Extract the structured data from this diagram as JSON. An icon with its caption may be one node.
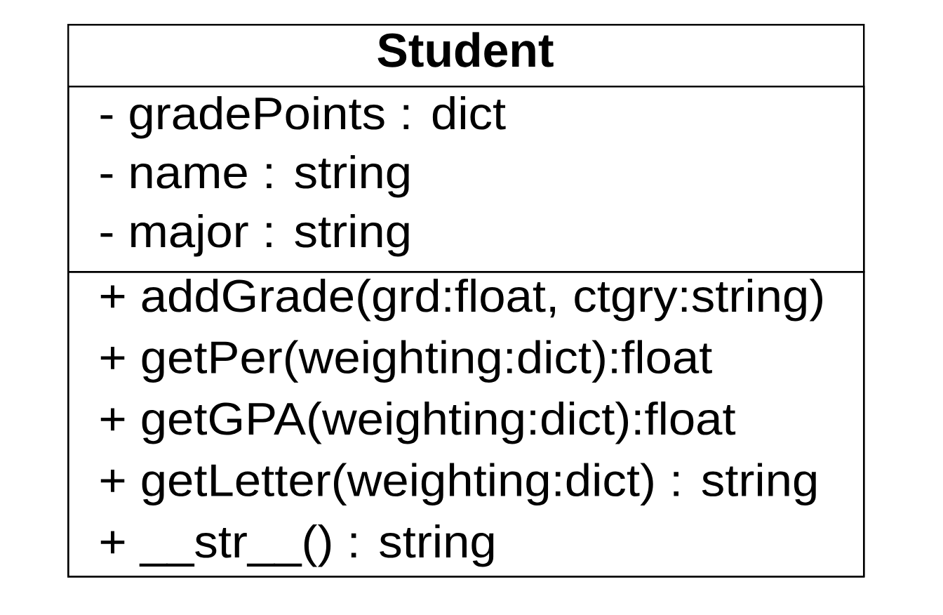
{
  "diagram": {
    "nodes": [
      {
        "text": [
          "Student"
        ]
      },
      {
        "text": [
          "- gradePoints : dict",
          "- name : string",
          "- major : string"
        ],
        "in": 0
      },
      {
        "text": [
          "+ addGrade(grd:float, ctgry:string)",
          "+ getPer(weighting:dict):float",
          "+ getGPA(weighting:dict):float",
          "+ getLetter(weighting:dict) : string",
          "+ __str__() : string"
        ],
        "in": 0
      }
    ]
  }
}
